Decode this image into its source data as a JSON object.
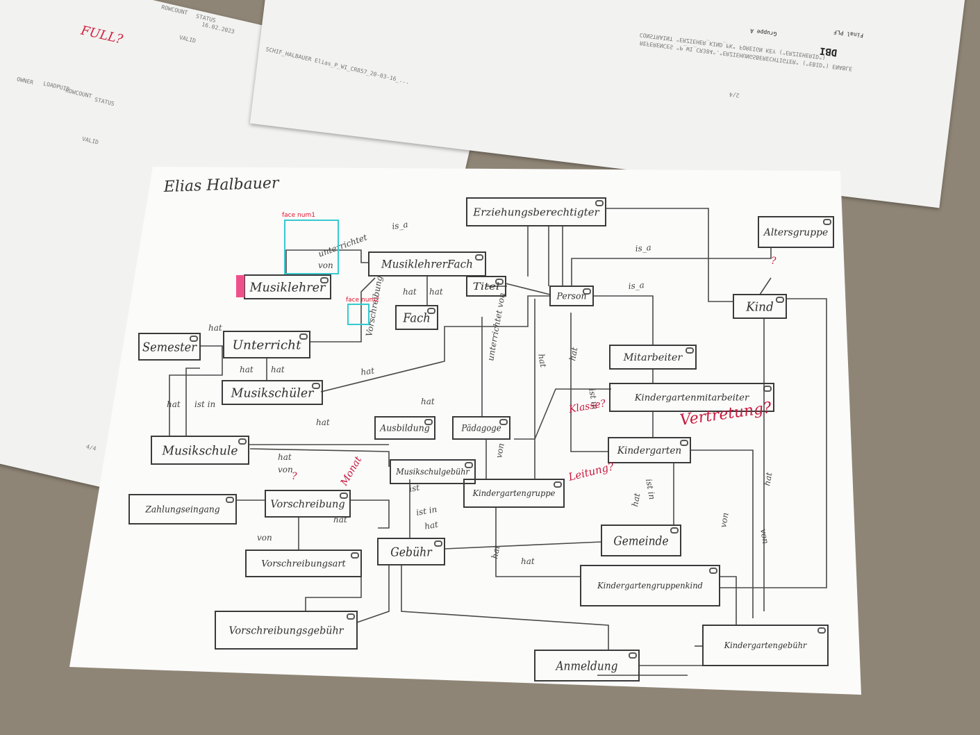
{
  "author": "Elias Halbauer",
  "detections": [
    {
      "label": "face num1"
    },
    {
      "label": "face num2"
    }
  ],
  "entities": [
    {
      "id": "erz",
      "label": "Erziehungsberechtigter"
    },
    {
      "id": "alt",
      "label": "Altersgruppe"
    },
    {
      "id": "mlf",
      "label": "MusiklehrerFach"
    },
    {
      "id": "ml",
      "label": "Musiklehrer"
    },
    {
      "id": "titel",
      "label": "Titel"
    },
    {
      "id": "person",
      "label": "Person"
    },
    {
      "id": "kind",
      "label": "Kind"
    },
    {
      "id": "fach",
      "label": "Fach"
    },
    {
      "id": "sem",
      "label": "Semester"
    },
    {
      "id": "unt",
      "label": "Unterricht"
    },
    {
      "id": "mit",
      "label": "Mitarbeiter"
    },
    {
      "id": "msch",
      "label": "Musikschüler"
    },
    {
      "id": "kgm",
      "label": "Kindergartenmitarbeiter"
    },
    {
      "id": "ausb",
      "label": "Ausbildung"
    },
    {
      "id": "paed",
      "label": "Pädagoge"
    },
    {
      "id": "ms",
      "label": "Musikschule"
    },
    {
      "id": "kg",
      "label": "Kindergarten"
    },
    {
      "id": "msg",
      "label": "Musikschulgebühr"
    },
    {
      "id": "zahl",
      "label": "Zahlungseingang"
    },
    {
      "id": "vor",
      "label": "Vorschreibung"
    },
    {
      "id": "kgg",
      "label": "Kindergartengruppe"
    },
    {
      "id": "gem",
      "label": "Gemeinde"
    },
    {
      "id": "vart",
      "label": "Vorschreibungsart"
    },
    {
      "id": "geb",
      "label": "Gebühr"
    },
    {
      "id": "kggk",
      "label": "Kindergartengruppenkind"
    },
    {
      "id": "vgeb",
      "label": "Vorschreibungsgebühr"
    },
    {
      "id": "kgeb",
      "label": "Kindergartengebühr"
    },
    {
      "id": "anm",
      "label": "Anmeldung"
    }
  ],
  "relationship_labels": [
    "is_a",
    "is_a",
    "is_a",
    "unterrichtet",
    "von",
    "hat",
    "hat",
    "hat",
    "hat",
    "hat",
    "hat",
    "ist in",
    "Vorschreibung",
    "hat",
    "hat",
    "unterrichtet von",
    "hat",
    "von",
    "ist in",
    "hat",
    "ist",
    "ist in",
    "hat",
    "hat",
    "hat",
    "von",
    "hat",
    "von",
    "hat",
    "hat",
    "ist in",
    "hat",
    "von",
    "hat",
    "von"
  ],
  "annotations": [
    "Vertretung?",
    "Leitung?",
    "Klasse?",
    "?",
    "?",
    "Monat"
  ],
  "background_text": {
    "doc_left_date": "16.02.2023",
    "doc_left_cols": [
      "ROWCOUNT",
      "STATUS"
    ],
    "doc_left_status": "VALID",
    "doc_left_redmark": "FULL?",
    "doc_mid_header": "SCHIF_HALBAUER Elias_P_WI_CR857_20-03-16_...",
    "doc_mid_cols": [
      "OWNER",
      "LOADPUID",
      "ROWCOUNT",
      "STATUS"
    ],
    "doc_mid_status": "VALID",
    "doc_right_title": "DBI",
    "doc_right_header": "Final PLF",
    "doc_right_group": "Gruppe A",
    "doc_right_page": "2/4",
    "doc_right_constraint": "CONSTRAINT \"ERZIEHER_KIND_FK\" FOREIGN KEY (\"ERZIEHERID\")",
    "doc_right_references": "REFERENCES \"P_WI_CR384\".\"ERZIEHUNGSBERECHTIGTER\" (\"EBID\") ENABLE",
    "doc_left_page": "4/4"
  }
}
